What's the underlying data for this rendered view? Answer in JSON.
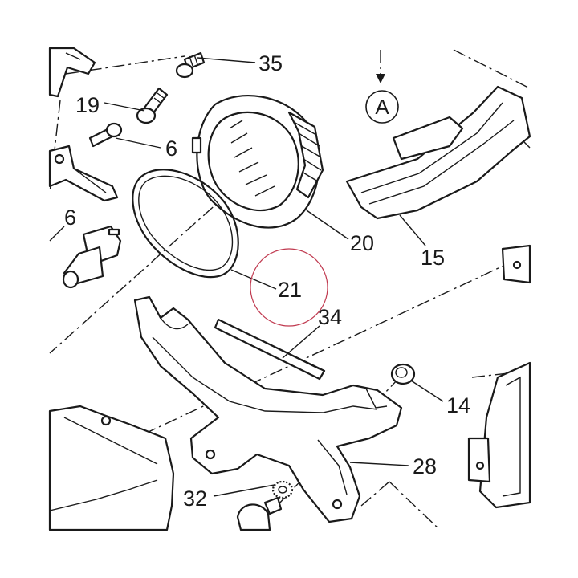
{
  "callouts": {
    "c35": "35",
    "c19": "19",
    "c6a": "6",
    "c6b": "6",
    "c20": "20",
    "c15": "15",
    "c21": "21",
    "c34": "34",
    "c14": "14",
    "c28": "28",
    "c32": "32"
  },
  "view_marker": "A",
  "colors": {
    "line": "#1a1a1a",
    "highlight_circle": "#c0394f",
    "background": "#ffffff"
  }
}
